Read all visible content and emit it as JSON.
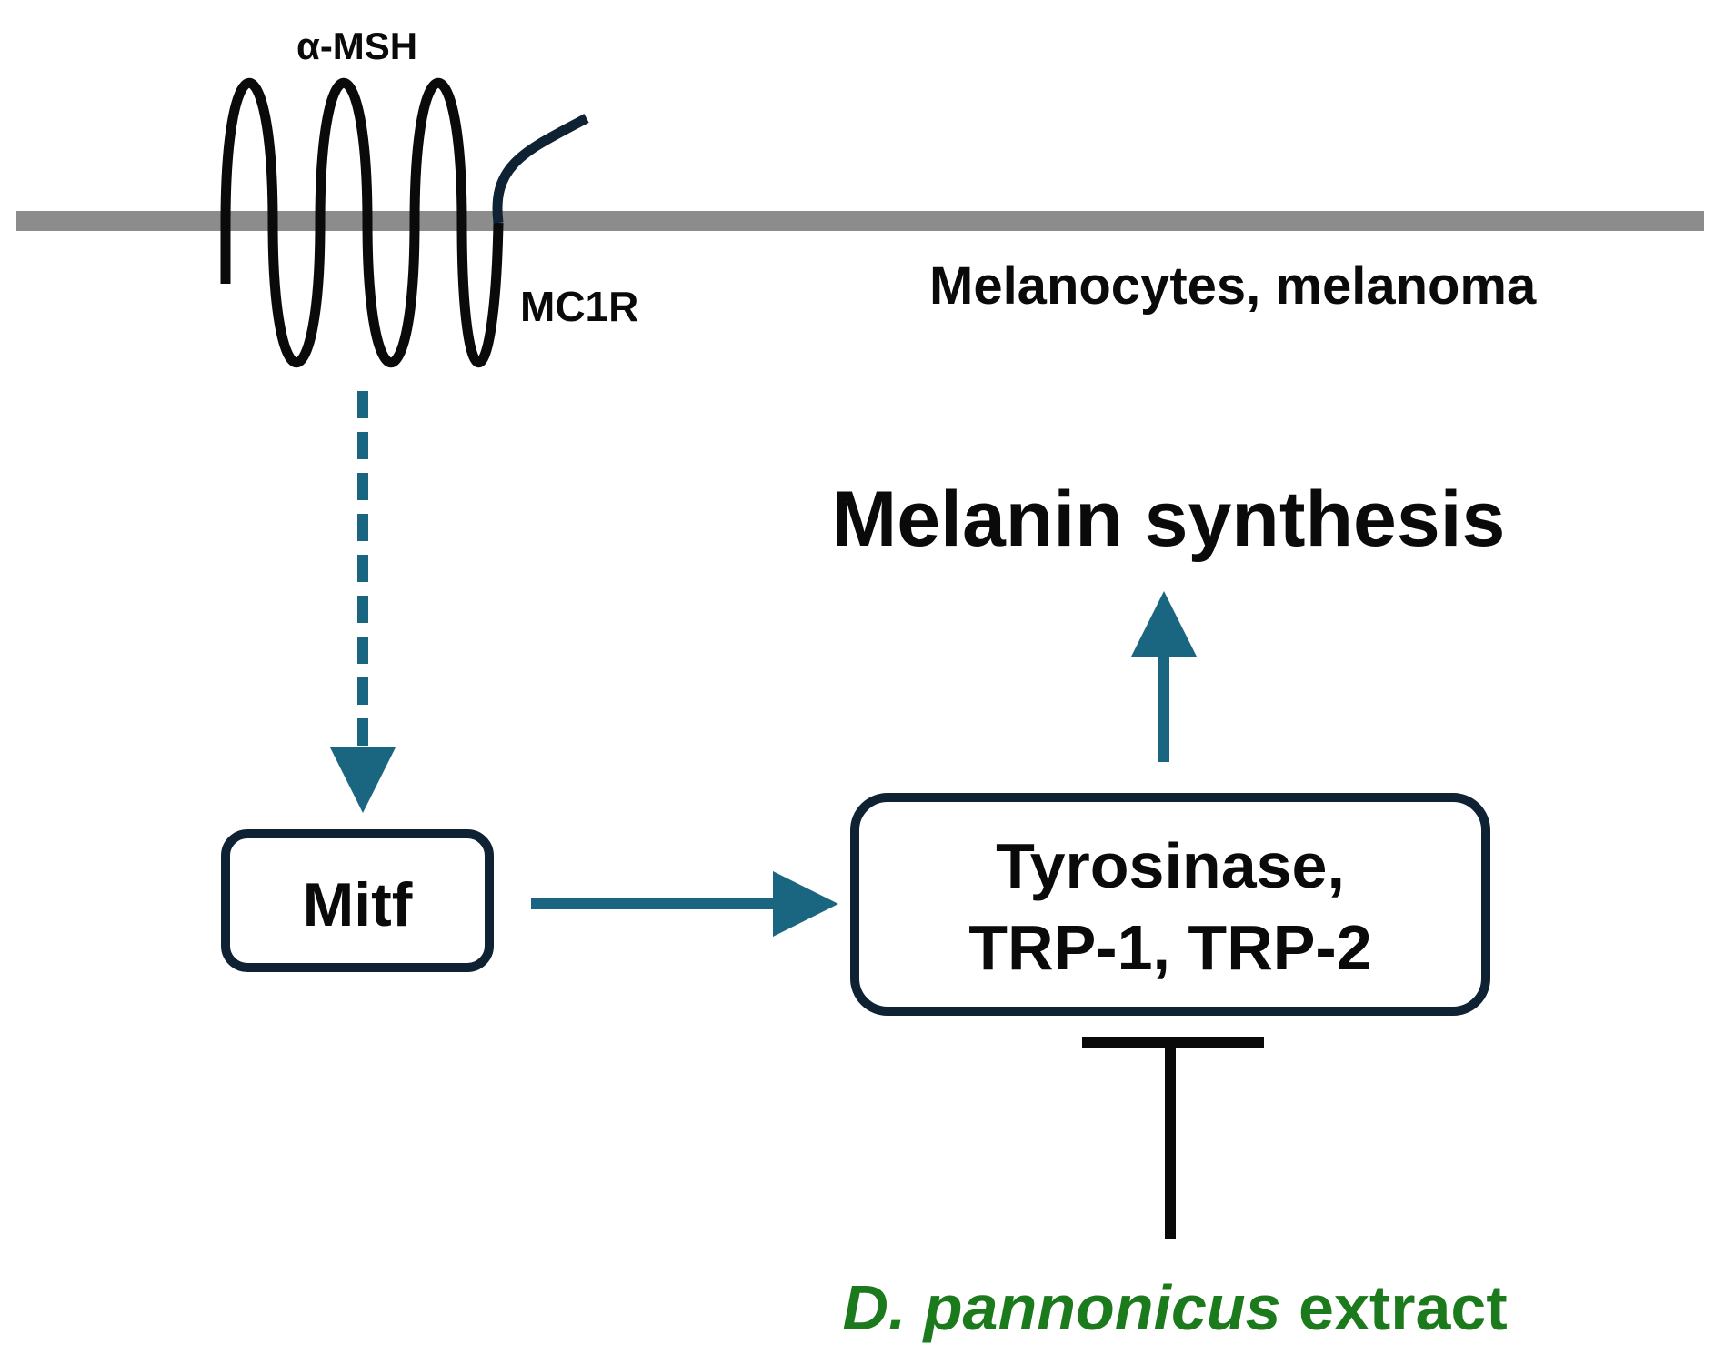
{
  "labels": {
    "ligand": "α-MSH",
    "receptor": "MC1R",
    "cell_type": "Melanocytes, melanoma",
    "outcome": "Melanin synthesis",
    "transcription_factor": "Mitf",
    "enzymes_line1": "Tyrosinase,",
    "enzymes_line2": "TRP-1, TRP-2",
    "inhibitor_species": "D. pannonicus",
    "inhibitor_suffix": " extract"
  },
  "colors": {
    "membrane": "#8c8c8c",
    "arrow": "#1a6580",
    "box_border": "#0f2233",
    "receptor_line": "#0a0a0a",
    "receptor_tail": "#0f2233",
    "inhibitor_text": "#1b7a1b",
    "text": "#0a0a0a"
  }
}
